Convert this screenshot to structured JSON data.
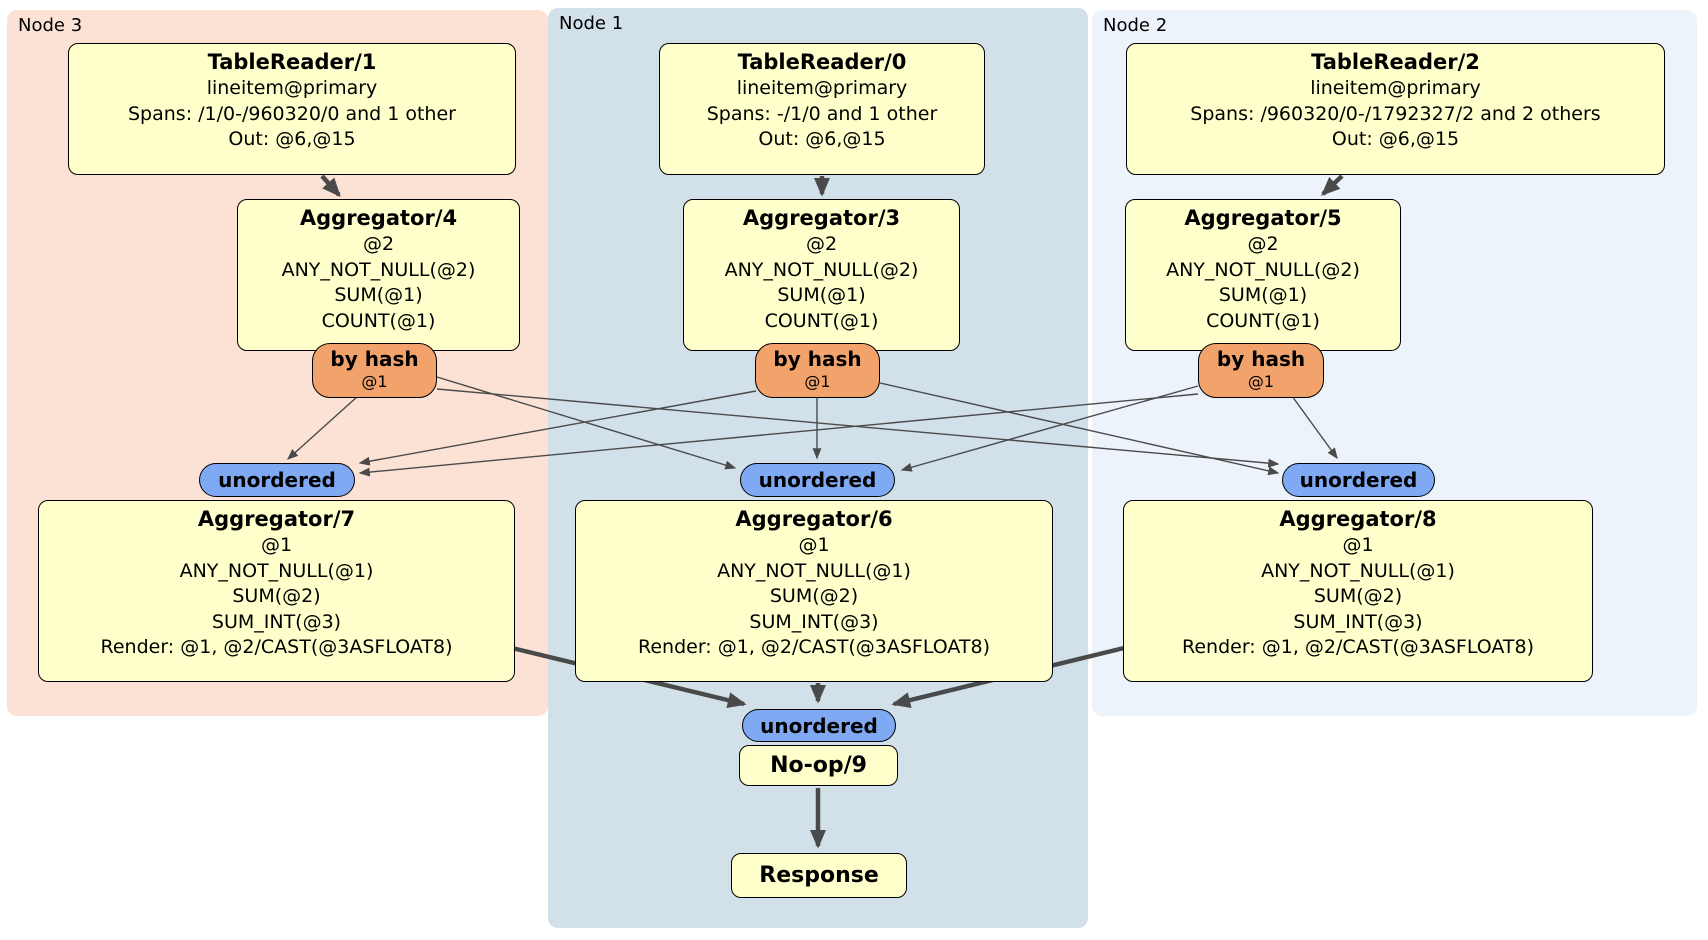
{
  "panels": {
    "node3": {
      "label": "Node 3"
    },
    "node1": {
      "label": "Node 1"
    },
    "node2": {
      "label": "Node 2"
    }
  },
  "colors": {
    "node3_bg": "#fce2d4",
    "node1_bg": "#d2e0ea",
    "node2_bg": "#edf3fa",
    "processor_bg": "#ffffcc",
    "hash_router_bg": "#f2a36c",
    "stream_bg": "#7fa9f2",
    "edge": "#4a4a4a"
  },
  "processors": {
    "tablereader1": {
      "title": "TableReader/1",
      "lines": [
        "lineitem@primary",
        "Spans: /1/0-/960320/0 and 1 other",
        "Out: @6,@15"
      ]
    },
    "tablereader0": {
      "title": "TableReader/0",
      "lines": [
        "lineitem@primary",
        "Spans: -/1/0 and 1 other",
        "Out: @6,@15"
      ]
    },
    "tablereader2": {
      "title": "TableReader/2",
      "lines": [
        "lineitem@primary",
        "Spans: /960320/0-/1792327/2 and 2 others",
        "Out: @6,@15"
      ]
    },
    "aggregator4": {
      "title": "Aggregator/4",
      "lines": [
        "@2",
        "ANY_NOT_NULL(@2)",
        "SUM(@1)",
        "COUNT(@1)"
      ]
    },
    "aggregator3": {
      "title": "Aggregator/3",
      "lines": [
        "@2",
        "ANY_NOT_NULL(@2)",
        "SUM(@1)",
        "COUNT(@1)"
      ]
    },
    "aggregator5": {
      "title": "Aggregator/5",
      "lines": [
        "@2",
        "ANY_NOT_NULL(@2)",
        "SUM(@1)",
        "COUNT(@1)"
      ]
    },
    "aggregator7": {
      "title": "Aggregator/7",
      "lines": [
        "@1",
        "ANY_NOT_NULL(@1)",
        "SUM(@2)",
        "SUM_INT(@3)",
        "Render: @1, @2/CAST(@3ASFLOAT8)"
      ]
    },
    "aggregator6": {
      "title": "Aggregator/6",
      "lines": [
        "@1",
        "ANY_NOT_NULL(@1)",
        "SUM(@2)",
        "SUM_INT(@3)",
        "Render: @1, @2/CAST(@3ASFLOAT8)"
      ]
    },
    "aggregator8": {
      "title": "Aggregator/8",
      "lines": [
        "@1",
        "ANY_NOT_NULL(@1)",
        "SUM(@2)",
        "SUM_INT(@3)",
        "Render: @1, @2/CAST(@3ASFLOAT8)"
      ]
    },
    "noop9": {
      "title": "No-op/9"
    },
    "response": {
      "title": "Response"
    }
  },
  "routers": {
    "by_hash": {
      "label": "by hash",
      "detail": "@1"
    },
    "unordered": {
      "label": "unordered"
    }
  }
}
